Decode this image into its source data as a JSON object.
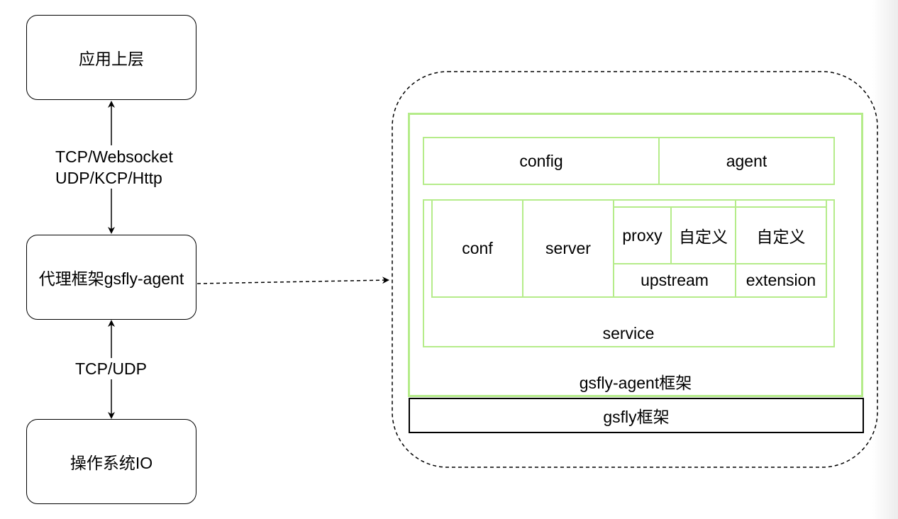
{
  "left_column": {
    "top_node": "应用上层",
    "middle_node": "代理框架gsfly-agent",
    "bottom_node": "操作系统IO",
    "edge_top_label_line1": "TCP/Websocket",
    "edge_top_label_line2": "UDP/KCP/Http",
    "edge_bottom_label": "TCP/UDP"
  },
  "architecture": {
    "row1": {
      "config": "config",
      "agent": "agent"
    },
    "service_block": {
      "conf": "conf",
      "server": "server",
      "proxy": "proxy",
      "custom_1": "自定义",
      "custom_2": "自定义",
      "upstream": "upstream",
      "extension": "extension",
      "service_label": "service"
    },
    "framework_label": "gsfly-agent框架",
    "base_label": "gsfly框架"
  },
  "colors": {
    "green_border": "#b5ec8a",
    "black": "#000000"
  }
}
